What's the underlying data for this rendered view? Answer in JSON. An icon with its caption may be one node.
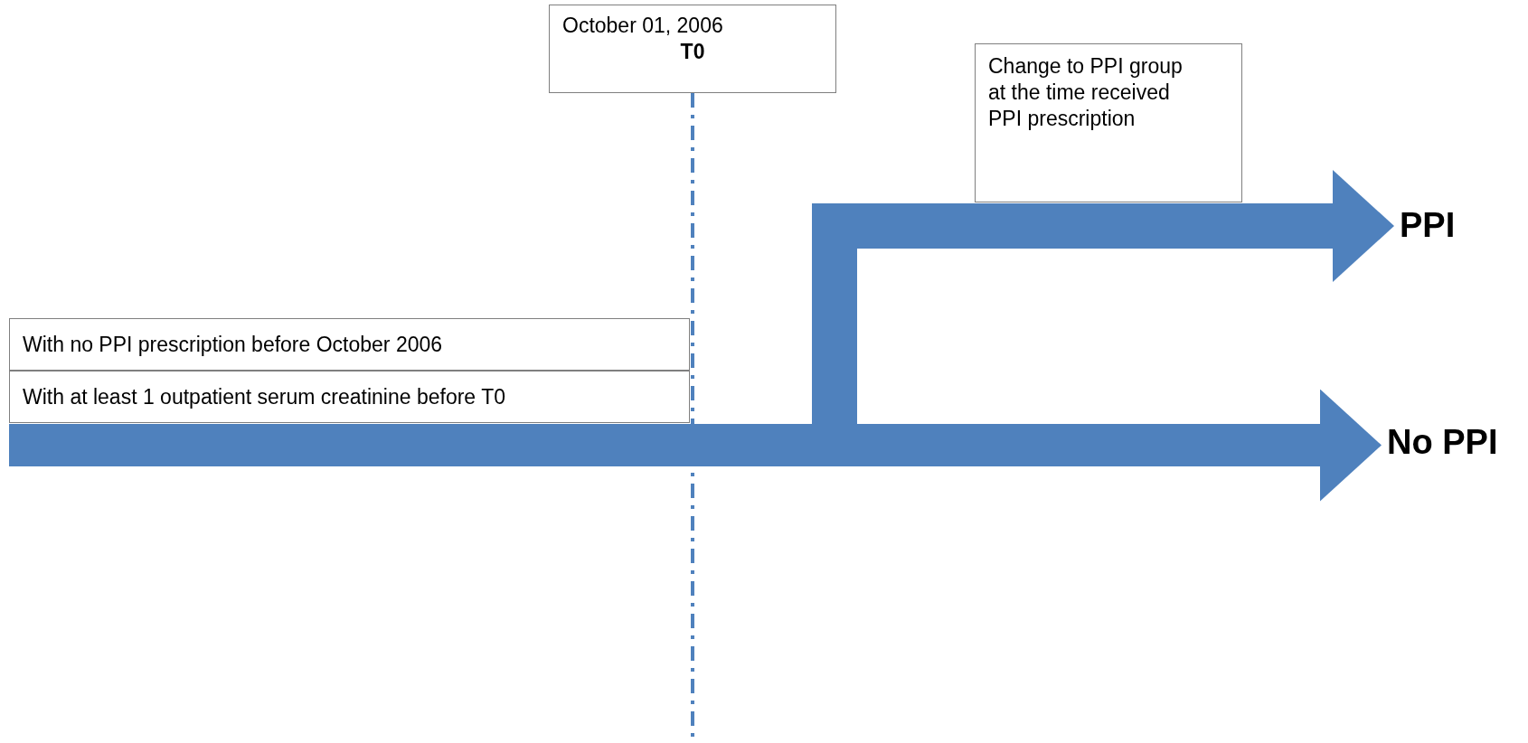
{
  "diagram": {
    "nodes": [
      {
        "text": [
          "October 01, 2006",
          "T0"
        ]
      },
      {
        "text": [
          "Change to PPI group at the time received PPI prescription"
        ]
      },
      {
        "text": [
          "With no PPI prescription before October 2006"
        ]
      },
      {
        "text": [
          "With at least 1 outpatient serum creatinine before T0"
        ]
      },
      {
        "text": [
          "PPI"
        ]
      },
      {
        "text": [
          "No PPI"
        ]
      }
    ],
    "edges": [
      {
        "from": 0,
        "to": null,
        "arrow": "none",
        "style": "dashed"
      },
      {
        "from": null,
        "to": 5,
        "arrow": "to"
      },
      {
        "from": null,
        "to": 4,
        "arrow": "to"
      }
    ]
  }
}
